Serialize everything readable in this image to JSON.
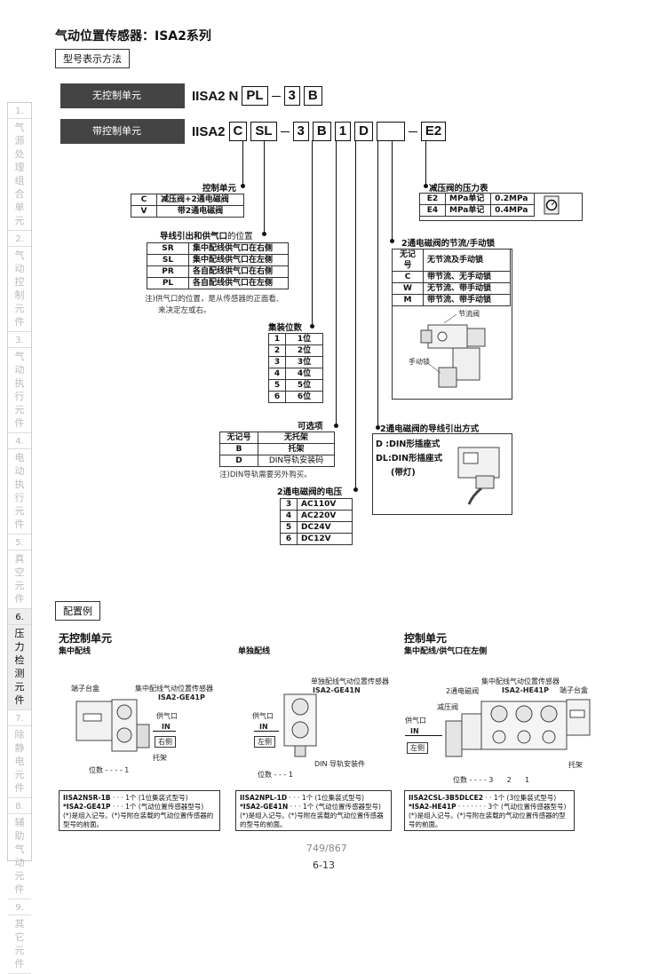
{
  "title": "气动位置传感器：ISA2系列",
  "section_label": "型号表示方法",
  "rows": [
    {
      "banner": "无控制单元",
      "prefix": "IISA2",
      "codes": [
        "N",
        "PL",
        "3",
        "B"
      ]
    },
    {
      "banner": "带控制单元",
      "prefix": "IISA2",
      "codes": [
        "C",
        "SL",
        "3",
        "B",
        "1",
        "D",
        "",
        "E2"
      ]
    }
  ],
  "control_unit": {
    "heading": "控制单元",
    "rows": [
      [
        "C",
        "减压阀+2通电磁阀"
      ],
      [
        "V",
        "带2通电磁阀"
      ]
    ]
  },
  "wiring": {
    "heading_bold": "导线引出和供气口",
    "heading_tail": "的位置",
    "rows": [
      [
        "SR",
        "集中配线供气口在右侧"
      ],
      [
        "SL",
        "集中配线供气口在左侧"
      ],
      [
        "PR",
        "各自配线供气口在右侧"
      ],
      [
        "PL",
        "各自配线供气口在左侧"
      ]
    ],
    "note1": "注)供气口的位置，是从传感器的正面看,",
    "note2": "来决定左或右。"
  },
  "stations": {
    "heading": "集装位数",
    "rows": [
      [
        "1",
        "1位"
      ],
      [
        "2",
        "2位"
      ],
      [
        "3",
        "3位"
      ],
      [
        "4",
        "4位"
      ],
      [
        "5",
        "5位"
      ],
      [
        "6",
        "6位"
      ]
    ]
  },
  "options": {
    "heading": "可选项",
    "rows": [
      [
        "无记号",
        "无托架"
      ],
      [
        "B",
        "托架"
      ],
      [
        "D",
        "DIN导轨安装码"
      ]
    ],
    "note": "注)DIN导轨需要另外购买。"
  },
  "voltage": {
    "heading": "2通电磁阀的电压",
    "rows": [
      [
        "3",
        "AC110V"
      ],
      [
        "4",
        "AC220V"
      ],
      [
        "5",
        "DC24V"
      ],
      [
        "6",
        "DC12V"
      ]
    ]
  },
  "pressure": {
    "heading": "减压阀的压力表",
    "rows": [
      [
        "E2",
        "MPa单记",
        "0.2MPa"
      ],
      [
        "E4",
        "MPa单记",
        "0.4MPa"
      ]
    ]
  },
  "throttle": {
    "heading": "2通电磁阀的节流/手动锁",
    "rows": [
      [
        "无记号",
        "无节流及手动锁"
      ],
      [
        "C",
        "带节流、无手动锁"
      ],
      [
        "W",
        "无节流、带手动锁"
      ],
      [
        "M",
        "带节流、带手动锁"
      ]
    ],
    "label_valve": "节流阀",
    "label_lock": "手动锁"
  },
  "lead": {
    "heading": "2通电磁阀的导线引出方式",
    "line1": "D :DIN形插座式",
    "line2": "DL:DIN形插座式",
    "line3": "(带灯)"
  },
  "sidebar": [
    {
      "num": "1.",
      "text": "气源处理组合单元",
      "active": false
    },
    {
      "num": "2.",
      "text": "气动控制元件",
      "active": false
    },
    {
      "num": "3.",
      "text": "气动执行元件",
      "active": false
    },
    {
      "num": "4.",
      "text": "电动执行元件",
      "active": false
    },
    {
      "num": "5.",
      "text": "真空元件",
      "active": false
    },
    {
      "num": "6.",
      "text": "压力检测元件",
      "active": true
    },
    {
      "num": "7.",
      "text": "除静电元件",
      "active": false
    },
    {
      "num": "8.",
      "text": "辅助气动元件",
      "active": false
    },
    {
      "num": "9.",
      "text": "其它元件",
      "active": false
    }
  ],
  "examples": {
    "label": "配置例",
    "no_control": "无控制单元",
    "control": "控制单元",
    "ex1": {
      "sub": "集中配线",
      "l_terminal": "端子台盒",
      "l_sensor": "集中配线气动位置传感器",
      "model": "ISA2-GE41P",
      "l_air": "供气口",
      "in": "IN",
      "side": "右侧",
      "l_bracket": "托架",
      "l_pos": "位数",
      "pos_num": "1",
      "cap1a": "IISA2NSR-1B",
      "cap1b": "1个 (1位集装式型号)",
      "cap2a": "*ISA2-GE41P",
      "cap2b": "1个 (气动位置传感器型号)",
      "cap3": "(*)是组入记号。(*)号附在装载的气动位置传感器的型号的前面。"
    },
    "ex2": {
      "sub": "单独配线",
      "l_sensor": "单独配线气动位置传感器",
      "model": "ISA2-GE41N",
      "l_air": "供气口",
      "in": "IN",
      "side": "左侧",
      "l_din": "DIN 导轨安装件",
      "l_pos": "位数",
      "pos_num": "1",
      "cap1a": "IISA2NPL-1D",
      "cap1b": "1个 (1位集装式型号)",
      "cap2a": "*ISA2-GE41N",
      "cap2b": "1个 (气动位置传感器型号)",
      "cap3": "(*)是组入记号。(*)号附在装载的气动位置传感器的型号的前面。"
    },
    "ex3": {
      "sub": "集中配线/供气口在左侧",
      "l_valve": "2通电磁阀",
      "l_sensor": "集中配线气动位置传感器",
      "model": "ISA2-HE41P",
      "l_terminal": "端子台盒",
      "l_reg": "减压阀",
      "l_air": "供气口",
      "in": "IN",
      "side": "左侧",
      "l_bracket": "托架",
      "l_pos": "位数",
      "pos_nums": [
        "3",
        "2",
        "1"
      ],
      "cap1a": "IISA2CSL-3B5DLCE2",
      "cap1b": "1个 (3位集装式型号)",
      "cap2a": "*ISA2-HE41P",
      "cap2b": "3个 (气动位置传感器型号)",
      "cap3": "(*)是组入记号。(*)号附在装载的气动位置传感器的型号的前面。"
    }
  },
  "page_counter": "749/867",
  "page_number": "6-13"
}
